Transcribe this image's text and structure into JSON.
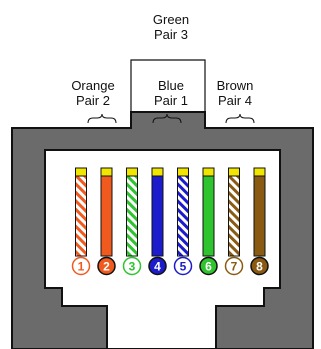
{
  "labels": {
    "green": {
      "line1": "Green",
      "line2": "Pair 3"
    },
    "orange": {
      "line1": "Orange",
      "line2": "Pair 2"
    },
    "blue": {
      "line1": "Blue",
      "line2": "Pair 1"
    },
    "brown": {
      "line1": "Brown",
      "line2": "Pair 4"
    }
  },
  "colors": {
    "jack": "#6b6b6b",
    "jack_outline": "#111111",
    "contact": "#f2e600",
    "orange": "#f05a1e",
    "green": "#2ec42e",
    "blue": "#1c1ccc",
    "brown": "#8a5a12"
  },
  "pins": [
    {
      "number": "1",
      "wire": "orange",
      "striped": true
    },
    {
      "number": "2",
      "wire": "orange",
      "striped": false
    },
    {
      "number": "3",
      "wire": "green",
      "striped": true
    },
    {
      "number": "4",
      "wire": "blue",
      "striped": false
    },
    {
      "number": "5",
      "wire": "blue",
      "striped": true
    },
    {
      "number": "6",
      "wire": "green",
      "striped": false
    },
    {
      "number": "7",
      "wire": "brown",
      "striped": true
    },
    {
      "number": "8",
      "wire": "brown",
      "striped": false
    }
  ]
}
